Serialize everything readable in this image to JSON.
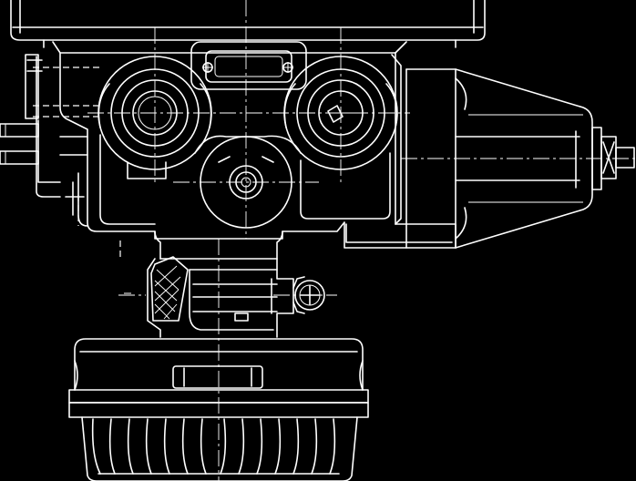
{
  "drawing": {
    "line_color": "#ffffff",
    "background_color": "#000000",
    "parts": [
      "top-housing-cap",
      "valve-body",
      "left-port-bore",
      "right-port-bore",
      "center-port-bore",
      "top-connector-plate",
      "left-side-fitting",
      "right-conical-actuator",
      "end-nut",
      "neck-coupling",
      "hatched-seal",
      "side-pivot-knob",
      "bottom-bowl",
      "ribbed-skirt"
    ]
  }
}
